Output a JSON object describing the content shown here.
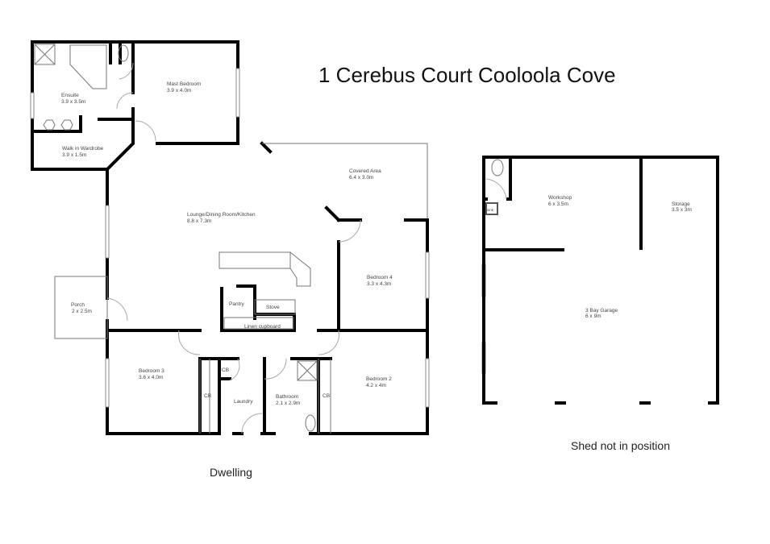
{
  "title": "1 Cerebus Court Cooloola Cove",
  "dwelling_caption": "Dwelling",
  "shed_caption": "Shed not in position",
  "rooms": {
    "ensuite": {
      "name": "Ensuite",
      "size": "3.9 x 3.5m"
    },
    "master": {
      "name": "Mast Bedroom",
      "size": "3.9 x 4.0m"
    },
    "wardrobe": {
      "name": "Walk in Wardrobe",
      "size": "3.9 x 1.5m"
    },
    "covered": {
      "name": "Covered Area",
      "size": "6.4 x 3.0m"
    },
    "lounge": {
      "name": "Lounge/Dining Room/Kitchen",
      "size": "8.8 x 7.3m"
    },
    "bedroom4": {
      "name": "Bedroom 4",
      "size": "3.3 x 4.3m"
    },
    "porch": {
      "name": "Porch",
      "size": "2 x 2.5m"
    },
    "pantry": {
      "name": "Pantry"
    },
    "stove": {
      "name": "Stove"
    },
    "linen": {
      "name": "Linen cupboard"
    },
    "bedroom3": {
      "name": "Bedroom 3",
      "size": "3.6 x 4.0m"
    },
    "cb": "CB",
    "laundry": {
      "name": "Laundry"
    },
    "bathroom": {
      "name": "Bathroom",
      "size": "2.1 x 2.9m"
    },
    "bedroom2": {
      "name": "Bedroom 2",
      "size": "4.2 x 4m"
    },
    "workshop": {
      "name": "Workshop",
      "size": "6 x 3.5m"
    },
    "storage": {
      "name": "Storage",
      "size": "3.5 x 3m"
    },
    "garage": {
      "name": "3 Bay Garage",
      "size": "6 x 9m"
    },
    "sink": "sink"
  }
}
